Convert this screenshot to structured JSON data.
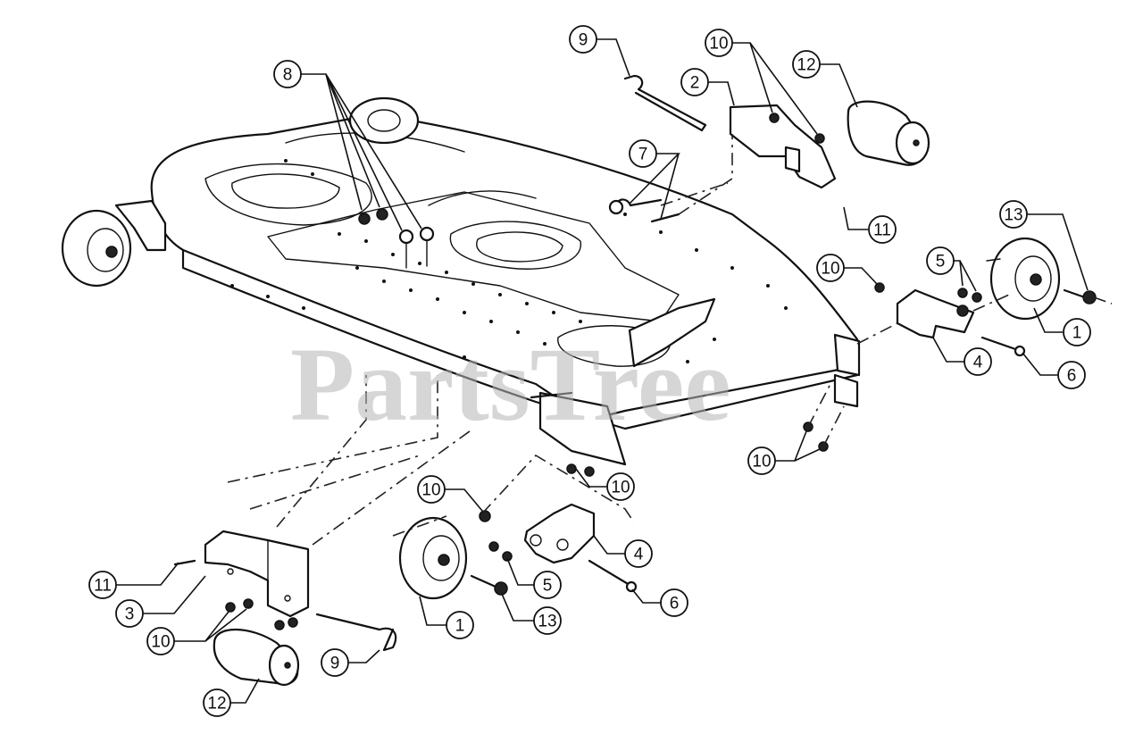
{
  "watermark": "PartsTree",
  "callouts": [
    "1",
    "1",
    "2",
    "3",
    "4",
    "4",
    "5",
    "5",
    "6",
    "6",
    "7",
    "8",
    "9",
    "9",
    "10",
    "10",
    "10",
    "10",
    "10",
    "10",
    "11",
    "11",
    "12",
    "12",
    "13",
    "13"
  ]
}
